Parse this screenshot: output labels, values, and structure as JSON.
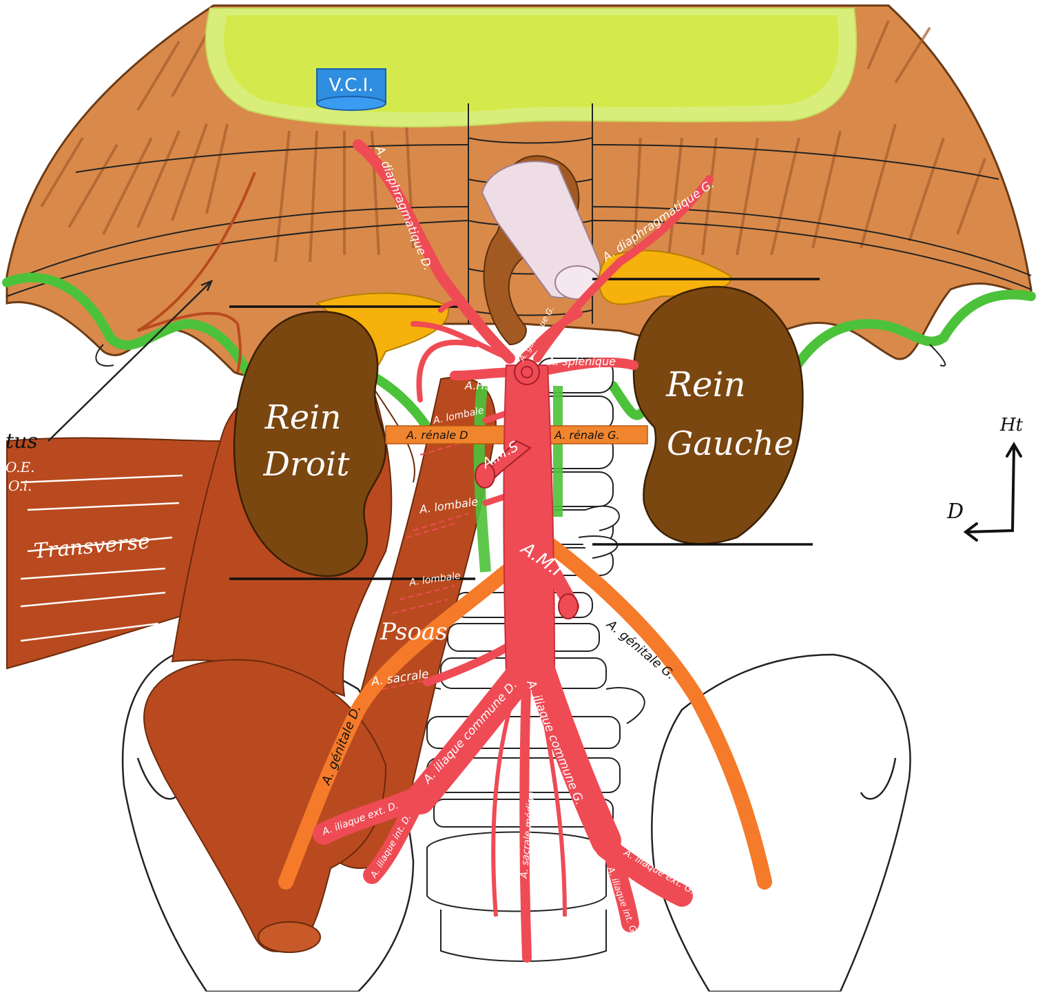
{
  "colors": {
    "diaphragm": "#d98a4a",
    "diaphragm_line": "#8a4f22",
    "liver_outer": "#d9ee7a",
    "liver_inner": "#d4ea4c",
    "vci": "#2f8ee0",
    "kidney": "#7a4710",
    "adrenal": "#f6b10d",
    "artery": "#ef4b55",
    "artery_dark": "#c7303a",
    "gonadal": "#f57a2a",
    "renal": "#f0852e",
    "muscle": "#b94a1f",
    "muscle_line": "#8a3614",
    "esophagus": "#eedde5",
    "esophagus_loop": "#a35a22",
    "pleura": "#4cc23a",
    "bone": "#ffffff"
  },
  "labels": {
    "vci": "V.C.I.",
    "rein_droit_line1": "Rein",
    "rein_droit_line2": "Droit",
    "rein_gauche_line1": "Rein",
    "rein_gauche_line2": "Gauche",
    "diaph_d": "A. diaphragmatique D.",
    "diaph_g": "A. diaphragmatique G.",
    "gastrique_g": "A. gastrique G.",
    "splenique": "A. splénique",
    "ahc": "A.H.C.",
    "lombale_1": "A. lombale",
    "renale_d": "A. rénale D",
    "renale_g": "A. rénale G.",
    "ams": "A.M.S",
    "lombale_2": "A. lombale",
    "lombale_3": "A. lombale",
    "ami": "A.M.I",
    "genitale_g": "A. génitale G.",
    "genitale_d": "A. génitale D.",
    "sacrale": "A. sacrale",
    "iliaque_commune_d": "A. iliaque commune D.",
    "iliaque_commune_g": "A. iliaque commune G.",
    "iliaque_ext_d": "A. iliaque ext. D.",
    "iliaque_int_d": "A. iliaque int. D.",
    "sacrale_mediane": "A. sacrale médiane",
    "iliaque_ext_g": "A. iliaque ext. G.",
    "iliaque_int_g": "A. iliaque int. G.",
    "psoas": "Psoas",
    "transverse": "Transverse",
    "tus": "tus",
    "oe": "O.E.",
    "oi": "O.i.",
    "compass_up": "Ht",
    "compass_left": "D"
  }
}
